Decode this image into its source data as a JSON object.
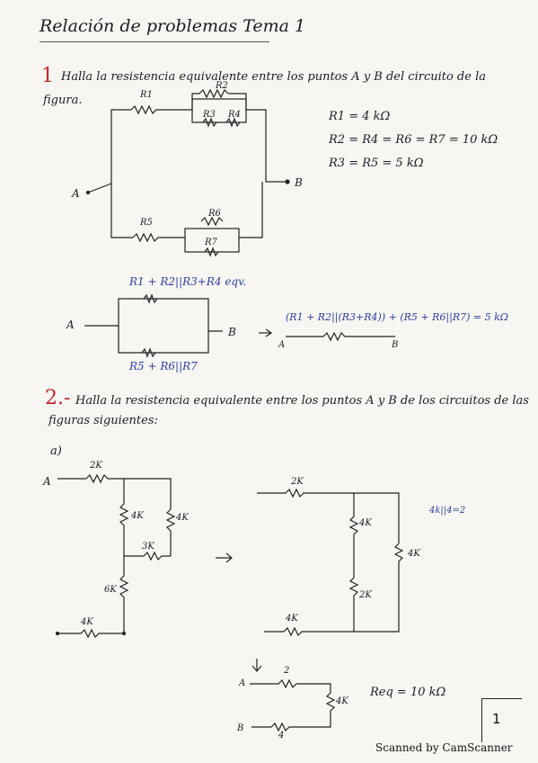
{
  "title": "Relación de problemas Tema 1",
  "problem1": {
    "number": "1",
    "statement_line1": "Halla la resistencia equivalente entre los puntos A y B del circuito de la",
    "statement_line2": "figura.",
    "labels": {
      "r1": "R1",
      "r2": "R2",
      "r3": "R3",
      "r4": "R4",
      "r5": "R5",
      "r6": "R6",
      "r7": "R7",
      "a": "A",
      "b": "B"
    },
    "values": [
      "R1 = 4 kΩ",
      "R2 = R4 = R6 = R7 = 10 kΩ",
      "R3 = R5 = 5 kΩ"
    ],
    "simplified_top": "R1 + R2||R3+R4 eqv.",
    "simplified_bottom": "R5 + R6||R7",
    "result": "(R1 + R2||(R3+R4)) + (R5 + R6||R7) = 5 kΩ",
    "simp_a": "A",
    "simp_b": "B",
    "res_a": "A",
    "res_b": "B",
    "arrow": "→"
  },
  "problem2": {
    "number": "2.-",
    "statement_line1": "Halla la resistencia equivalente entre los puntos A y B de los circuitos de las",
    "statement_line2": "figuras siguientes:",
    "sub_a": "a)",
    "circuit_labels": {
      "a": "A",
      "r2k": "2K",
      "r4k": "4K",
      "r4k_b": "4K",
      "r3k": "3K",
      "r6k": "6K",
      "r4k_bottom": "4K"
    },
    "step2_labels": {
      "r2k": "2K",
      "r4k": "4K",
      "r4k_right": "4K",
      "r2k_b": "2K",
      "r4k_bottom": "4K",
      "note": "4k||4=2"
    },
    "step3_labels": {
      "a": "A",
      "b": "B",
      "r2": "2",
      "r4k": "4K",
      "r4": "4"
    },
    "req": "Req = 10 kΩ",
    "arrow": "→",
    "down_arrow": "↓"
  },
  "footer": {
    "page_number": "1",
    "scanner": "Scanned by CamScanner"
  }
}
